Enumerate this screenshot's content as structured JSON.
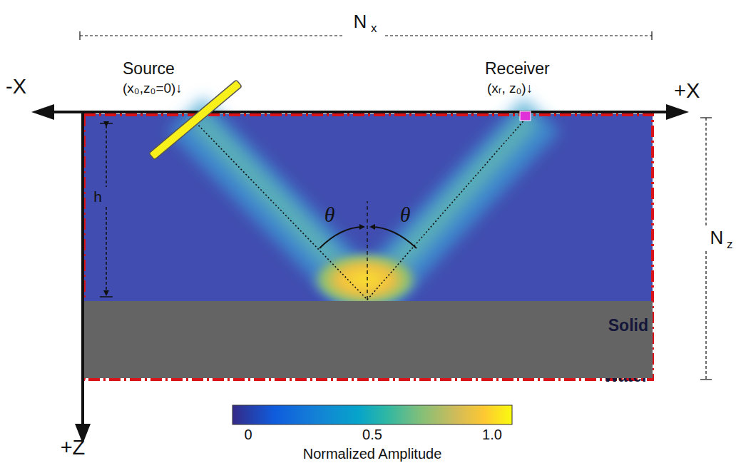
{
  "diagram": {
    "nodes": [
      {
        "text": [
          "Water"
        ]
      },
      {
        "text": [
          "Solid"
        ]
      }
    ],
    "labels": [
      "N",
      "x",
      "-X",
      "+X",
      "Source",
      "(x₀,z₀=0)↓",
      "Receiver",
      "(xᵣ, z₀)↓",
      "h",
      "θ",
      "θ",
      "N",
      "z",
      "+Z",
      "0",
      "0.5",
      "1.0",
      "Normalized Amplitude"
    ]
  }
}
